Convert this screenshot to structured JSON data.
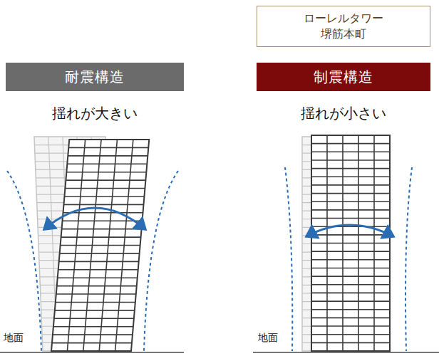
{
  "diagram": {
    "nodes": [
      {
        "text": [
          "ローレルタワー 堺筋本町"
        ]
      },
      {
        "text": [
          "耐震構造"
        ]
      },
      {
        "text": [
          "制震構造"
        ]
      }
    ],
    "labels": [
      "揺れが大きい",
      "揺れが小さい",
      "地面",
      "地面"
    ]
  }
}
